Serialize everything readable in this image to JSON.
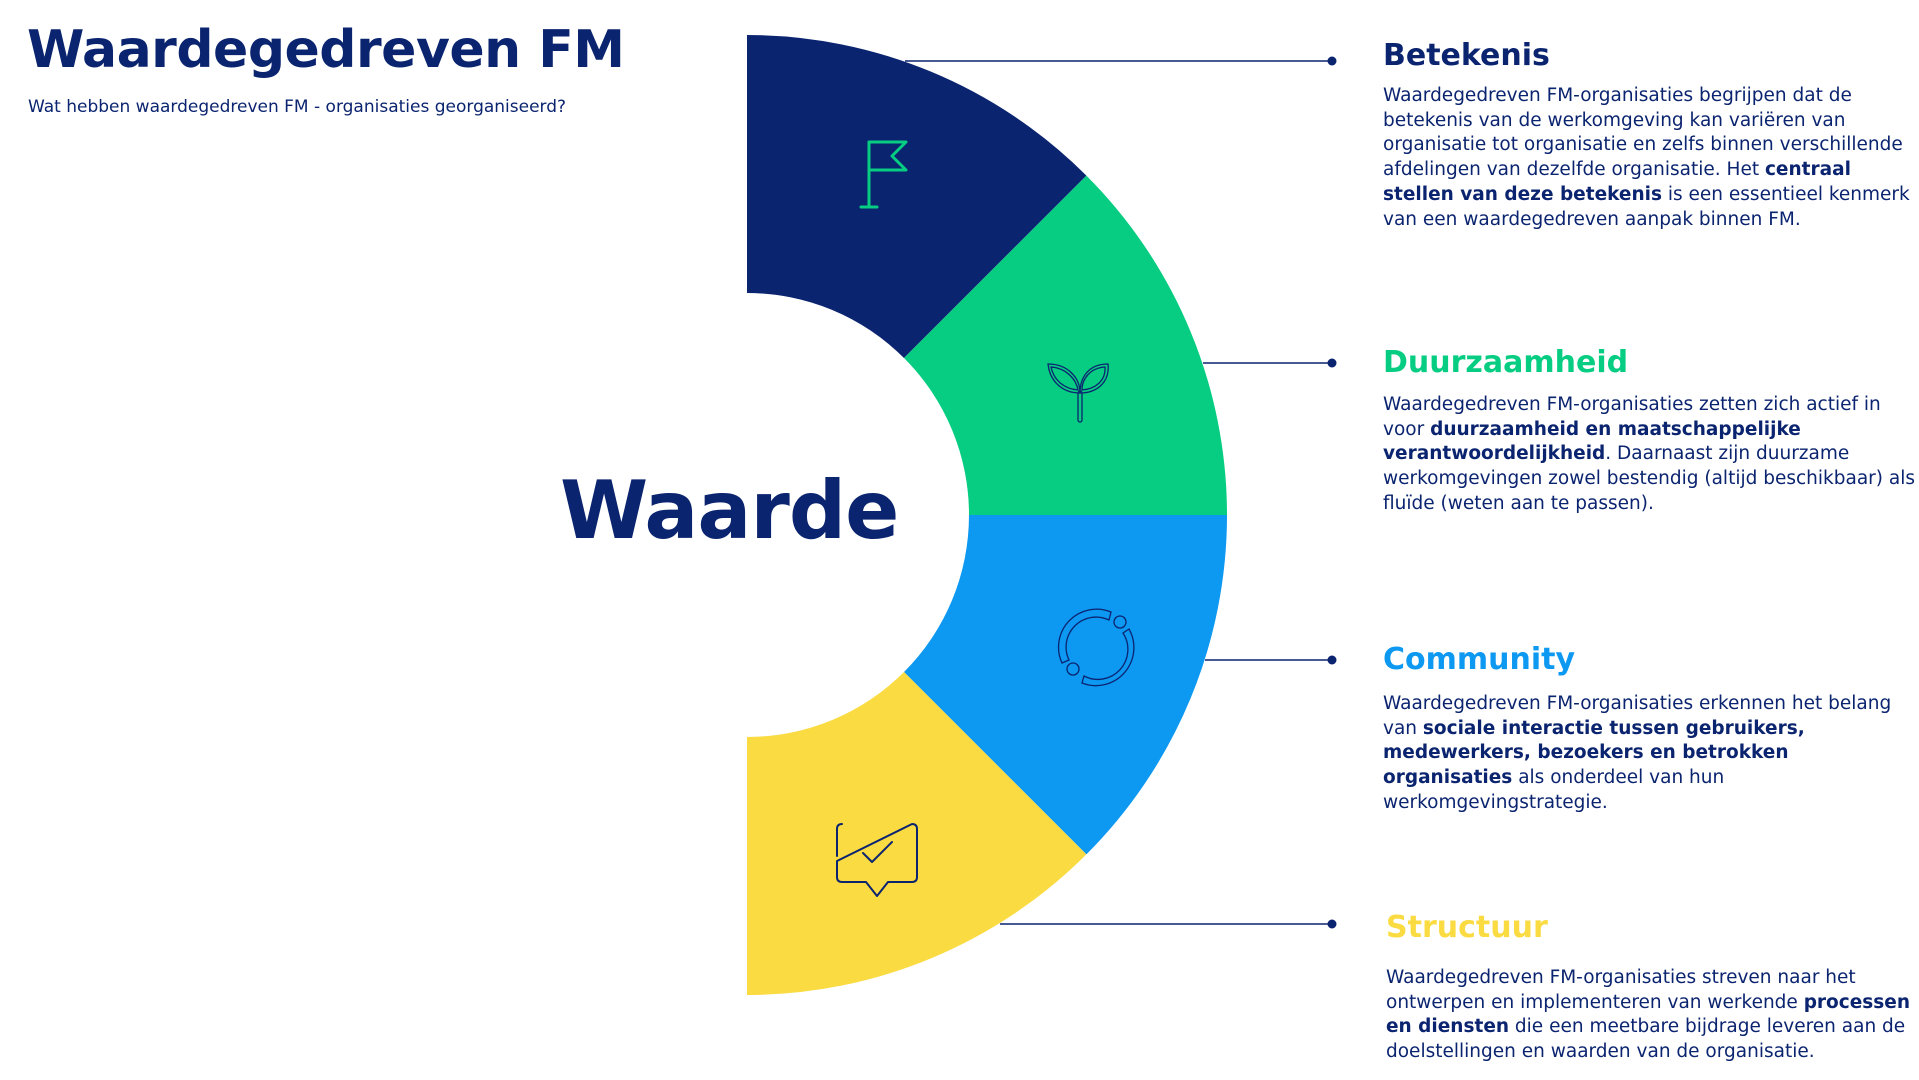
{
  "header": {
    "title": "Waardegedreven FM",
    "subtitle": "Wat hebben waardegedreven FM - organisaties georganiseerd?"
  },
  "diagram": {
    "center_label": "Waarde",
    "segments": [
      {
        "id": "betekenis",
        "color": "#0b2470",
        "icon": "flag-icon",
        "icon_color": "#07cd82"
      },
      {
        "id": "duurzaamheid",
        "color": "#07cd82",
        "icon": "sprout-icon",
        "icon_color": "#0b2470"
      },
      {
        "id": "community",
        "color": "#0d98f1",
        "icon": "community-circle-icon",
        "icon_color": "#0b2470"
      },
      {
        "id": "structuur",
        "color": "#fadb41",
        "icon": "chat-check-icon",
        "icon_color": "#0b2470"
      }
    ]
  },
  "sections": [
    {
      "heading": "Betekenis",
      "heading_color": "#0b2470",
      "body": [
        {
          "text": "Waardegedreven FM-organisaties begrijpen dat de betekenis van de werkomgeving kan variëren van organisatie tot organisatie en zelfs binnen verschillende afdelingen van dezelfde organisatie. Het ",
          "bold": false
        },
        {
          "text": "centraal stellen van deze betekenis",
          "bold": true
        },
        {
          "text": " is een essentieel kenmerk van een waardegedreven aanpak binnen FM.",
          "bold": false
        }
      ]
    },
    {
      "heading": "Duurzaamheid",
      "heading_color": "#07cd82",
      "body": [
        {
          "text": "Waardegedreven FM-organisaties zetten zich actief in voor ",
          "bold": false
        },
        {
          "text": "duurzaamheid en maatschappelijke verantwoordelijkheid",
          "bold": true
        },
        {
          "text": ". Daarnaast zijn duurzame werkomgevingen zowel bestendig (altijd beschikbaar) als fluïde (weten aan te passen).",
          "bold": false
        }
      ]
    },
    {
      "heading": "Community",
      "heading_color": "#0d98f1",
      "body": [
        {
          "text": "Waardegedreven FM-organisaties erkennen het belang van ",
          "bold": false
        },
        {
          "text": "sociale interactie tussen gebruikers, medewerkers, bezoekers en betrokken organisaties",
          "bold": true
        },
        {
          "text": " als onderdeel van hun werkomgevingstrategie.",
          "bold": false
        }
      ]
    },
    {
      "heading": "Structuur",
      "heading_color": "#fadb41",
      "body": [
        {
          "text": "Waardegedreven FM-organisaties streven naar het ontwerpen en implementeren van werkende ",
          "bold": false
        },
        {
          "text": "processen en diensten",
          "bold": true
        },
        {
          "text": " die een meetbare bijdrage leveren aan de doelstellingen en waarden van de organisatie.",
          "bold": false
        }
      ]
    }
  ]
}
